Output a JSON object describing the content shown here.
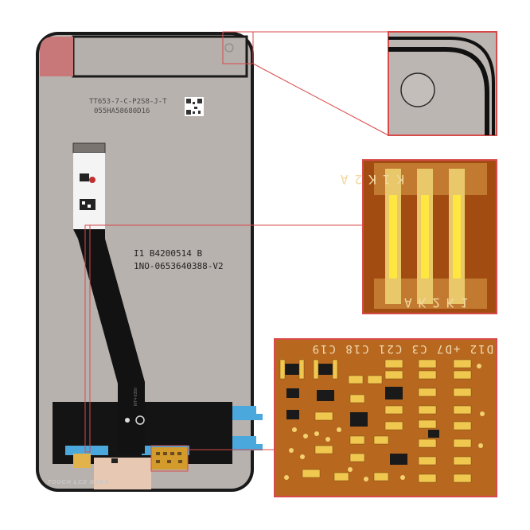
{
  "product": {
    "label_line_1": "TT653-7-C-P2S8-J-T",
    "label_line_2": "055HA58680D16",
    "marking_line_1": "I1 B4200514 B",
    "marking_line_2": "1NO-0653640388-V2",
    "flex_silkscreen": "MT4-0350",
    "watermark_text": "TOUCH LCD BABA"
  },
  "zoom_panels": {
    "corner": {
      "name": "corner-detail"
    },
    "connector": {
      "top_text": "K1K2A",
      "bottom_text": "AK2K1"
    },
    "board": {
      "silkscreen": "D12 +D7 C3 C21 C18 C19"
    }
  },
  "colors": {
    "frame": "#1a1a1a",
    "panel": "#b8b2ae",
    "flex": "#121212",
    "highlight_box": "#d84a4a",
    "pcb": "#b5651d",
    "gold": "#e2b34a",
    "tab_blue": "#4aa8dd",
    "corner_mark": "#c87878"
  }
}
